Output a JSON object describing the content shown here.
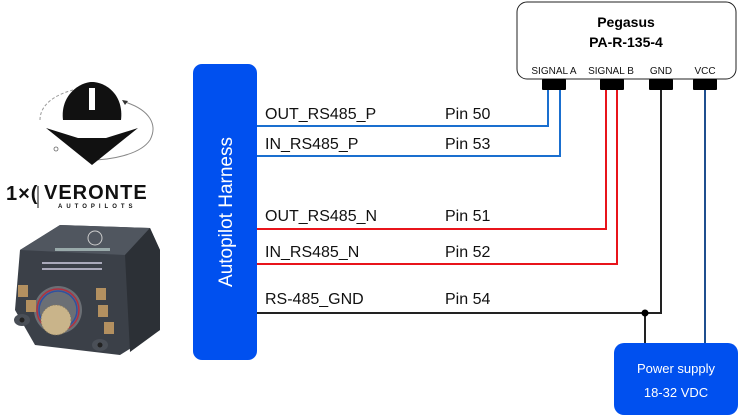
{
  "device": {
    "name": "Pegasus",
    "model": "PA-R-135-4",
    "connectors": [
      {
        "label": "SIGNAL A",
        "color": "#1a6fcf"
      },
      {
        "label": "SIGNAL B",
        "color": "#e8141b"
      },
      {
        "label": "GND",
        "color": "#222222"
      },
      {
        "label": "VCC",
        "color": "#1f4f8f"
      }
    ]
  },
  "harness": {
    "label": "Autopilot Harness",
    "color": "#0050ef"
  },
  "wires": [
    {
      "signal": "OUT_RS485_P",
      "pin": "Pin 50",
      "color": "#1a6fcf",
      "to": "SIGNAL A"
    },
    {
      "signal": "IN_RS485_P",
      "pin": "Pin 53",
      "color": "#1a6fcf",
      "to": "SIGNAL A"
    },
    {
      "signal": "OUT_RS485_N",
      "pin": "Pin 51",
      "color": "#e8141b",
      "to": "SIGNAL B"
    },
    {
      "signal": "IN_RS485_N",
      "pin": "Pin 52",
      "color": "#e8141b",
      "to": "SIGNAL B"
    },
    {
      "signal": "RS-485_GND",
      "pin": "Pin 54",
      "color": "#222222",
      "to": "GND"
    }
  ],
  "power_supply": {
    "line1": "Power supply",
    "line2": "18-32 VDC",
    "color": "#0050ef"
  },
  "logo": {
    "brand": "VERONTE",
    "tagline": "AUTOPILOTS",
    "mark": "1×("
  },
  "product_image": {
    "name": "veronte-autopilot-unit"
  }
}
